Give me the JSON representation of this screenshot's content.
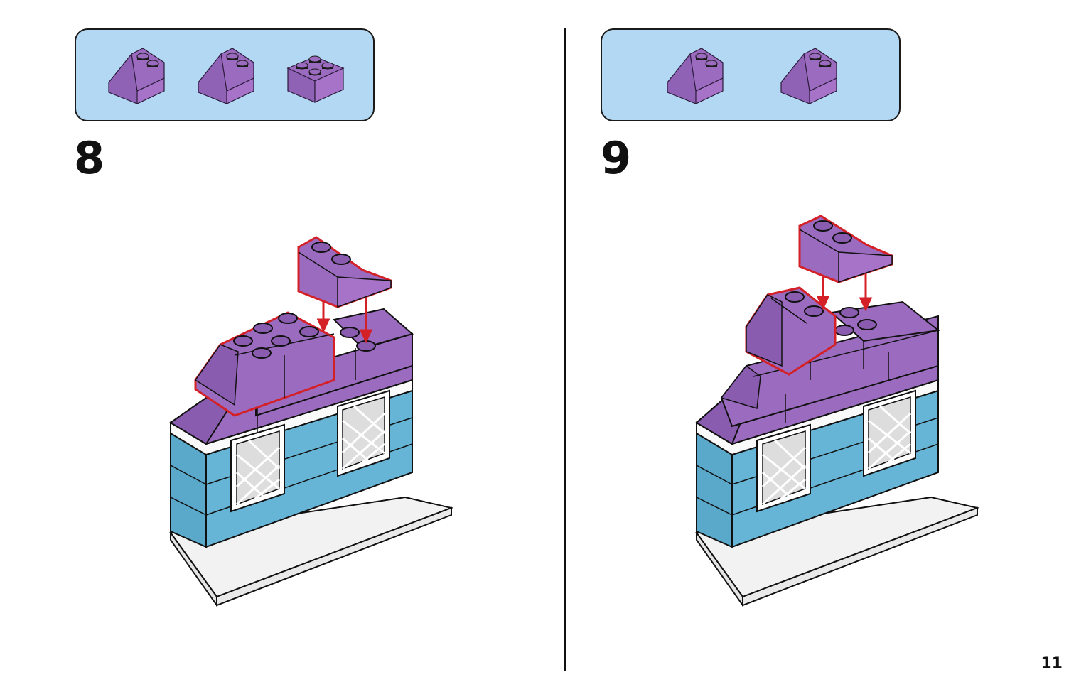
{
  "page": {
    "page_number": "11"
  },
  "steps": [
    {
      "number": "8",
      "parts": [
        {
          "type": "slope-2x2",
          "color": "purple"
        },
        {
          "type": "slope-2x2",
          "color": "purple"
        },
        {
          "type": "brick-2x2",
          "color": "purple"
        }
      ]
    },
    {
      "number": "9",
      "parts": [
        {
          "type": "slope-2x2",
          "color": "purple"
        },
        {
          "type": "slope-2x2",
          "color": "purple"
        }
      ]
    }
  ],
  "colors": {
    "parts_box_bg": "#b3d8f3",
    "brick_purple": "#9b6bbf",
    "brick_purple_dark": "#8a5cb0",
    "wall_blue": "#66b5d6",
    "plate_white": "#f2f2f2",
    "highlight_red": "#d42027",
    "outline": "#111111"
  }
}
